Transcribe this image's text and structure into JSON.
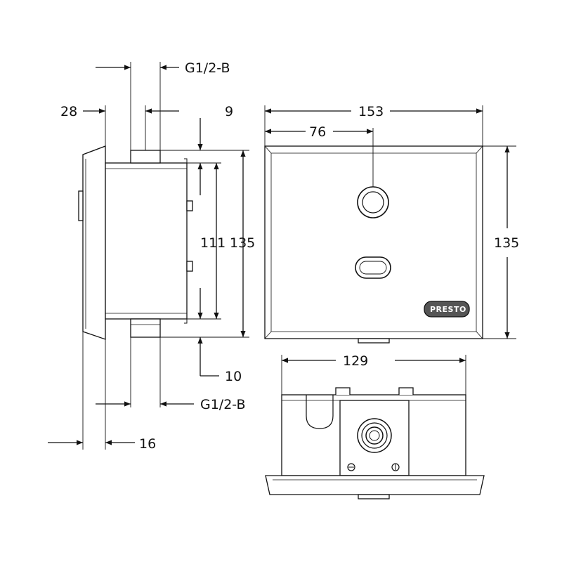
{
  "side_view": {
    "top_inlet_label": "G1/2-B",
    "depth_28": "28",
    "offset_9": "9",
    "height_111": "111",
    "height_135": "135",
    "offset_10": "10",
    "bottom_outlet_label": "G1/2-B",
    "depth_16": "16"
  },
  "front_view": {
    "width_153": "153",
    "offset_76": "76",
    "height_135": "135",
    "brand_logo": "PRESTO"
  },
  "bottom_view": {
    "width_129": "129"
  }
}
